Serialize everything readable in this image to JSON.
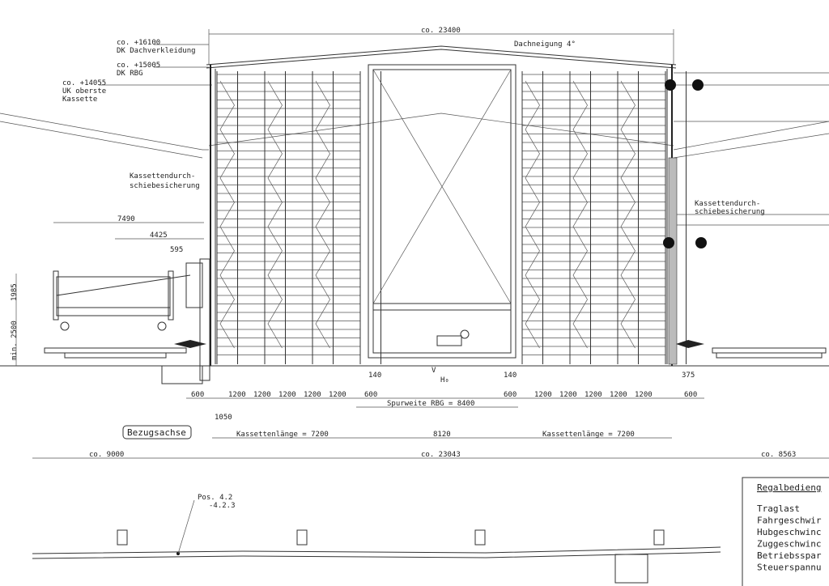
{
  "levels": [
    {
      "value": "co. +16100",
      "label": "DK Dachverkleidung"
    },
    {
      "value": "co. +15005",
      "label": "DK RBG"
    },
    {
      "value": "co. +14055",
      "label": "UK oberste",
      "label2": "Kassette"
    }
  ],
  "roof": {
    "width": "co. 23400",
    "slope": "Dachneigung 4°"
  },
  "safety_left": [
    "Kassettendurch-",
    "schiebesicherung"
  ],
  "safety_right": [
    "Kassettendurch-",
    "schiebesicherung"
  ],
  "side_dims": {
    "d7490": "7490",
    "d4425": "4425",
    "d595": "595",
    "d1985": "1985",
    "d2500": "min. 2500"
  },
  "bay_dims": {
    "left_edge": "600",
    "bays": [
      "1200",
      "1200",
      "1200",
      "1200",
      "1200"
    ],
    "aisle_left": "600",
    "aisle_right": "600",
    "right_bays": [
      "1200",
      "1200",
      "1200",
      "1200",
      "1200"
    ],
    "right_edge": "600",
    "c140a": "140",
    "c140b": "140",
    "c375": "375",
    "c1050": "1050"
  },
  "spurweite": "Spurweite RBG = 8400",
  "kassette_left": "Kassettenlänge = 7200",
  "kassette_right": "Kassettenlänge = 7200",
  "mid_8120": "8120",
  "bezugsachse": "Bezugsachse",
  "totals": {
    "left": "co. 9000",
    "mid": "co. 23043",
    "right": "co. 8563"
  },
  "axis": {
    "v": "V",
    "h": "H₀"
  },
  "pos": [
    "Pos. 4.2",
    "-4.2.3"
  ],
  "spec_box": {
    "title": "Regalbedieng",
    "rows": [
      "Traglast",
      "Fahrgeschwir",
      "Hubgeschwinc",
      "Zuggeschwinc",
      "Betriebsspar",
      "Steuerspannu"
    ]
  }
}
